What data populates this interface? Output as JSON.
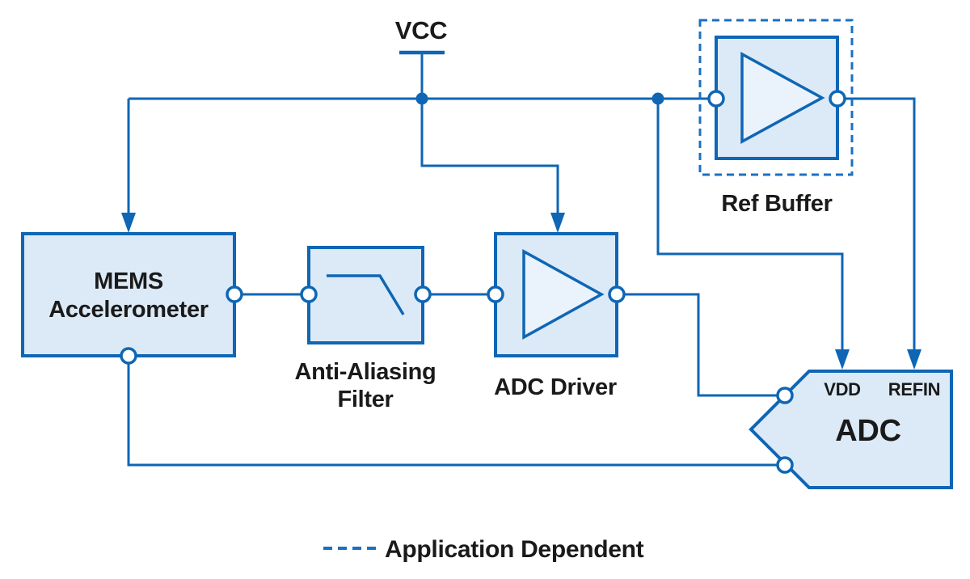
{
  "diagram": {
    "power_label": "VCC",
    "blocks": {
      "mems": {
        "label_line1": "MEMS",
        "label_line2": "Accelerometer"
      },
      "filter": {
        "label_line1": "Anti-Aliasing",
        "label_line2": "Filter"
      },
      "adc_driver": {
        "label": "ADC Driver"
      },
      "ref_buffer": {
        "label": "Ref Buffer"
      },
      "adc": {
        "label": "ADC",
        "pin_vdd": "VDD",
        "pin_refin": "REFIN"
      }
    },
    "legend": {
      "label": "Application Dependent"
    }
  },
  "colors": {
    "stroke": "#0E66B5",
    "dashed": "#1B70C4",
    "block_fill": "#DCEAF7",
    "symbol_fill": "#EAF3FB",
    "text": "#1A1A1A",
    "background": "#FFFFFF"
  }
}
